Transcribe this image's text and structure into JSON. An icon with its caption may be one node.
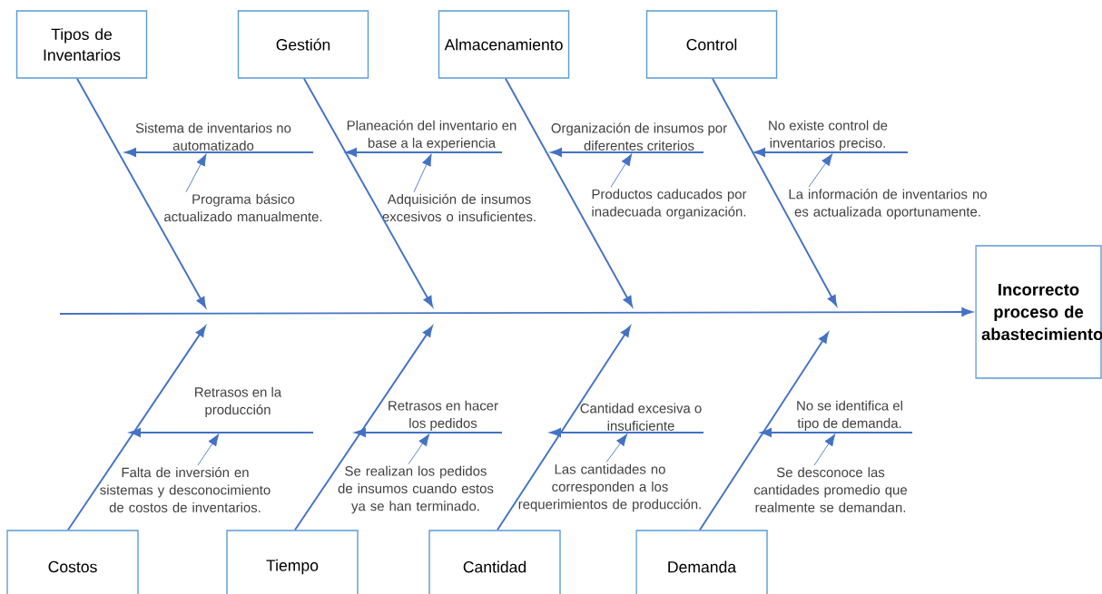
{
  "diagram": {
    "nodes": [
      {
        "text": [
          "Tipos de Inventarios"
        ]
      },
      {
        "text": [
          "Gestión"
        ]
      },
      {
        "text": [
          "Almacenamiento"
        ]
      },
      {
        "text": [
          "Control"
        ]
      },
      {
        "text": [
          "Costos"
        ]
      },
      {
        "text": [
          "Tiempo"
        ]
      },
      {
        "text": [
          "Cantidad"
        ]
      },
      {
        "text": [
          "Demanda"
        ]
      },
      {
        "text": [
          "Incorrecto proceso de abastecimiento"
        ]
      },
      {
        "text": [
          "Programa básico actualizado manualmente."
        ]
      },
      {
        "text": [
          "Adquisición de insumos excesivos o insuficientes."
        ]
      },
      {
        "text": [
          "Productos caducados por inadecuada organización."
        ]
      },
      {
        "text": [
          "La información de inventarios no es actualizada oportunamente."
        ]
      },
      {
        "text": [
          "Falta de inversión en sistemas y desconocimiento de costos de inventarios."
        ]
      },
      {
        "text": [
          "Se realizan los pedidos de insumos cuando estos ya se han terminado."
        ]
      },
      {
        "text": [
          "Las cantidades no corresponden a los requerimientos de producción."
        ]
      },
      {
        "text": [
          "Se desconoce las cantidades promedio que realmente se demandan."
        ]
      },
      {
        "text": [
          "Sistema de inventarios no automatizado"
        ]
      },
      {
        "text": [
          "Planeación del inventario en base a la experiencia"
        ]
      },
      {
        "text": [
          "Organización de insumos por diferentes criterios"
        ]
      },
      {
        "text": [
          "No existe control de inventarios preciso."
        ]
      },
      {
        "text": [
          "Retrasos en la producción"
        ]
      },
      {
        "text": [
          "Retrasos en hacer los pedidos"
        ]
      },
      {
        "text": [
          "Cantidad excesiva o insuficiente"
        ]
      },
      {
        "text": [
          "No se identifica el tipo de demanda."
        ]
      }
    ],
    "edges": [
      {
        "from": 0,
        "to": null,
        "arrow": "to"
      },
      {
        "from": 1,
        "to": null,
        "arrow": "to"
      },
      {
        "from": 2,
        "to": null,
        "arrow": "to"
      },
      {
        "from": 3,
        "to": null,
        "arrow": "to"
      },
      {
        "from": 4,
        "to": null,
        "arrow": "to"
      },
      {
        "from": 5,
        "to": null,
        "arrow": "to"
      },
      {
        "from": 6,
        "to": null,
        "arrow": "to"
      },
      {
        "from": 7,
        "to": null,
        "arrow": "to"
      },
      {
        "from": null,
        "to": 8,
        "arrow": "to"
      },
      {
        "from": null,
        "to": 17,
        "arrow": "to"
      },
      {
        "from": null,
        "to": 18,
        "arrow": "to"
      },
      {
        "from": null,
        "to": 19,
        "arrow": "to"
      },
      {
        "from": null,
        "to": 20,
        "arrow": "to"
      },
      {
        "from": 21,
        "to": null,
        "arrow": "to"
      },
      {
        "from": 22,
        "to": null,
        "arrow": "to"
      },
      {
        "from": 23,
        "to": null,
        "arrow": "to"
      },
      {
        "from": 24,
        "to": null,
        "arrow": "to"
      },
      {
        "from": 9,
        "to": 17,
        "arrow": "to"
      },
      {
        "from": 10,
        "to": 18,
        "arrow": "to"
      },
      {
        "from": 11,
        "to": 19,
        "arrow": "to"
      },
      {
        "from": 12,
        "to": 20,
        "arrow": "to"
      },
      {
        "from": 13,
        "to": 21,
        "arrow": "to"
      },
      {
        "from": 14,
        "to": 22,
        "arrow": "to"
      },
      {
        "from": 15,
        "to": 23,
        "arrow": "to"
      },
      {
        "from": 16,
        "to": 24,
        "arrow": "to"
      }
    ]
  }
}
